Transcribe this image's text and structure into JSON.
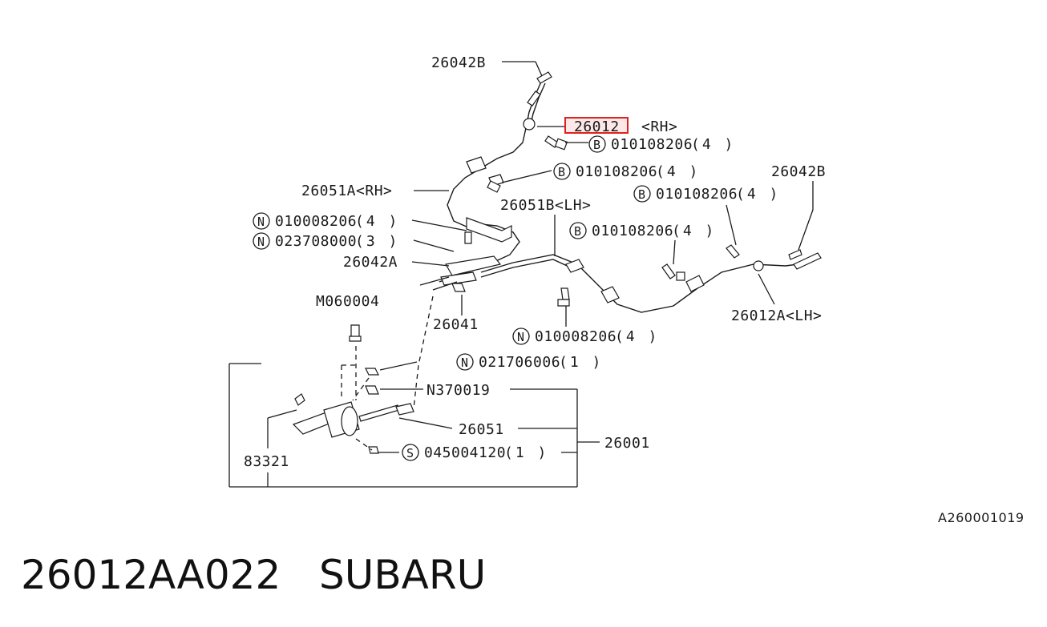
{
  "labels": {
    "top_rh_end": "26042B",
    "highlight_part": "26012",
    "highlight_side": "<RH>",
    "cable_rh": "26051A<RH>",
    "cable_lh": "26051B<LH>",
    "right_end": "26042B",
    "cable_a": "26042A",
    "m_bolt": "M060004",
    "bracket": "26041",
    "lh_part": "26012A<LH>",
    "lever_cable": "26051",
    "assembly": "26001",
    "n_part": "N370019",
    "lever_grip": "83321"
  },
  "callouts": [
    {
      "symbol": "B",
      "part": "010108206",
      "qty": "(4 )"
    },
    {
      "symbol": "B",
      "part": "010108206",
      "qty": "(4 )"
    },
    {
      "symbol": "B",
      "part": "010108206",
      "qty": "(4 )"
    },
    {
      "symbol": "B",
      "part": "010108206",
      "qty": "(4 )"
    },
    {
      "symbol": "N",
      "part": "010008206",
      "qty": "(4 )"
    },
    {
      "symbol": "N",
      "part": "023708000",
      "qty": "(3 )"
    },
    {
      "symbol": "N",
      "part": "010008206",
      "qty": "(4 )"
    },
    {
      "symbol": "N",
      "part": "021706006",
      "qty": "(1 )"
    },
    {
      "symbol": "S",
      "part": "045004120",
      "qty": "(1 )"
    }
  ],
  "diagram_ref": "A260001019",
  "highlight_color": "#e0201c",
  "caption": {
    "part_number": "26012AA022",
    "brand": "SUBARU"
  }
}
